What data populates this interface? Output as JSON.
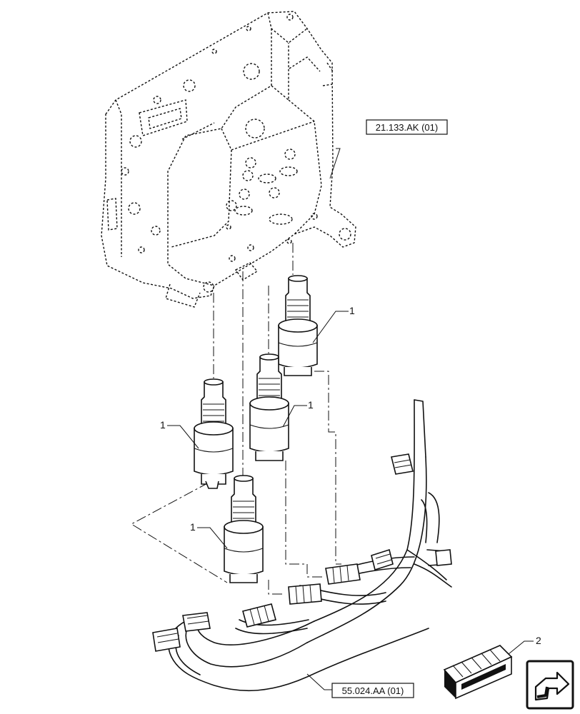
{
  "references": {
    "upper": "21.133.AK (01)",
    "lower": "55.024.AA (01)"
  },
  "callouts": {
    "solenoid": "1",
    "kit": "2"
  },
  "icons": {
    "kit": "repair-kit-box-icon",
    "navigation": "next-page-arrow-icon"
  }
}
